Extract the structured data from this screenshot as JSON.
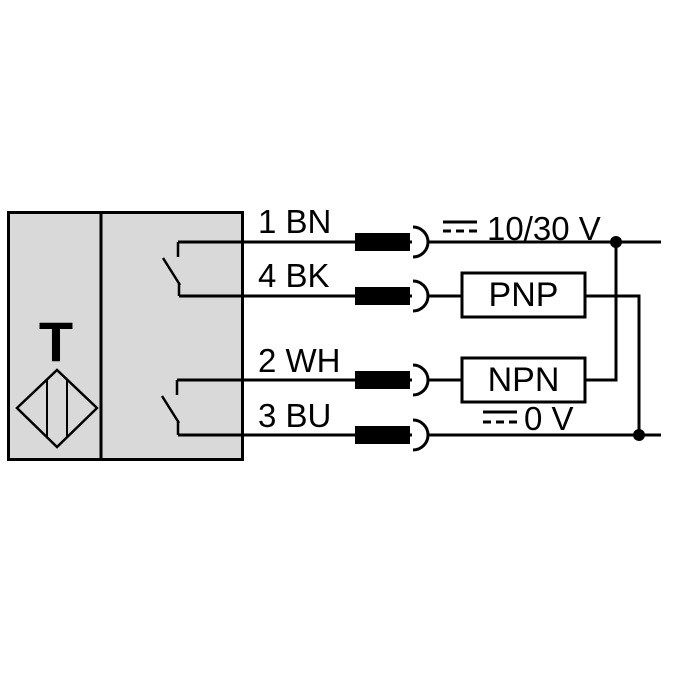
{
  "colors": {
    "background": "#ffffff",
    "line": "#000000",
    "sensor_fill": "#d9d9d9",
    "box_fill": "#ffffff",
    "text": "#000000"
  },
  "sensor": {
    "function_label": "T"
  },
  "pins": [
    {
      "label": "1 BN"
    },
    {
      "label": "4 BK"
    },
    {
      "label": "2 WH"
    },
    {
      "label": "3 BU"
    }
  ],
  "outputs": {
    "pnp": "PNP",
    "npn": "NPN"
  },
  "power": {
    "supply": "10/30 V",
    "ground": "0 V"
  },
  "icons": {
    "dc_symbol": "⎓",
    "connector_socket": ")",
    "junction_dot": "●",
    "switch_contact": "normally-open contact",
    "sensor_symbol": "diamond with two vertical bars"
  }
}
